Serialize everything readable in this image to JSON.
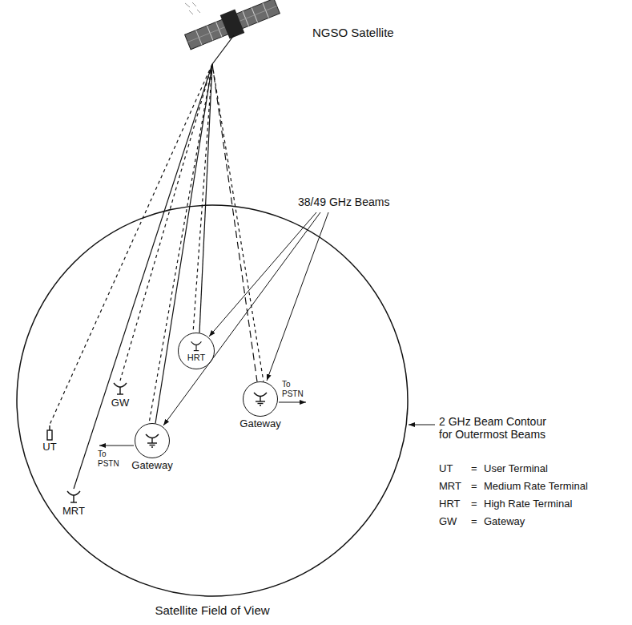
{
  "diagram": {
    "nodes": [
      {
        "text": [
          "NGSO Satellite"
        ]
      },
      {
        "text": [
          "Satellite Field of View"
        ]
      },
      {
        "text": [
          "UT"
        ],
        "in": 1
      },
      {
        "text": [
          "MRT"
        ],
        "in": 1
      },
      {
        "text": [
          "GW"
        ],
        "in": 1
      },
      {
        "text": [
          "HRT"
        ],
        "in": 1
      },
      {
        "text": [
          "Gateway"
        ],
        "in": 1
      },
      {
        "text": [
          "Gateway"
        ],
        "in": 1
      }
    ],
    "edges": [
      {
        "from": 0,
        "to": 2,
        "arrow": "none"
      },
      {
        "from": 0,
        "to": 3,
        "arrow": "none"
      },
      {
        "from": 0,
        "to": 4,
        "arrow": "none"
      },
      {
        "from": 0,
        "to": 5,
        "arrow": "none"
      },
      {
        "from": 0,
        "to": 5,
        "arrow": "none"
      },
      {
        "from": 0,
        "to": 6,
        "arrow": "none"
      },
      {
        "from": 0,
        "to": 6,
        "arrow": "none"
      },
      {
        "from": 0,
        "to": 7,
        "arrow": "none"
      },
      {
        "from": 0,
        "to": 7,
        "arrow": "none"
      }
    ],
    "labels": [
      "38/49 GHz Beams",
      "To PSTN",
      "To PSTN",
      "2 GHz Beam Contour for Outermost Beams",
      "UT",
      "=",
      "User Terminal",
      "MRT",
      "=",
      "Medium Rate Terminal",
      "HRT",
      "=",
      "High Rate Terminal",
      "GW",
      "=",
      "Gateway"
    ]
  }
}
